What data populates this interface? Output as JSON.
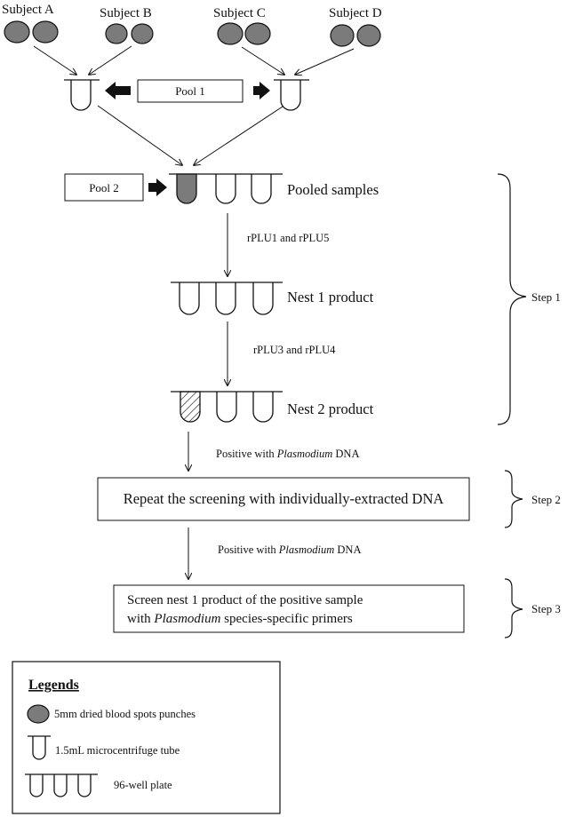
{
  "subjects": [
    "Subject A",
    "Subject B",
    "Subject C",
    "Subject D"
  ],
  "pools": {
    "pool1": "Pool 1",
    "pool2": "Pool 2"
  },
  "stages": {
    "pooled": "Pooled samples",
    "primers1": "rPLU1 and rPLU5",
    "nest1": "Nest 1 product",
    "primers2": "rPLU3 and rPLU4",
    "nest2": "Nest 2 product"
  },
  "positive": {
    "prefix": "Positive with ",
    "italic": "Plasmodium",
    "suffix": " DNA"
  },
  "step2_box": "Repeat the screening with individually-extracted DNA",
  "step3_box": {
    "line1": "Screen  nest 1 product of the positive sample",
    "line2_prefix": "with ",
    "line2_italic": "Plasmodium",
    "line2_suffix": " species-specific primers"
  },
  "steps": [
    "Step 1",
    "Step 2",
    "Step 3"
  ],
  "legend": {
    "title": "Legends",
    "items": [
      "5mm dried blood spots punches",
      "1.5mL microcentrifuge tube",
      "96-well plate"
    ]
  },
  "colors": {
    "dbs_fill": "#7b7b7b",
    "stroke": "#111111"
  }
}
